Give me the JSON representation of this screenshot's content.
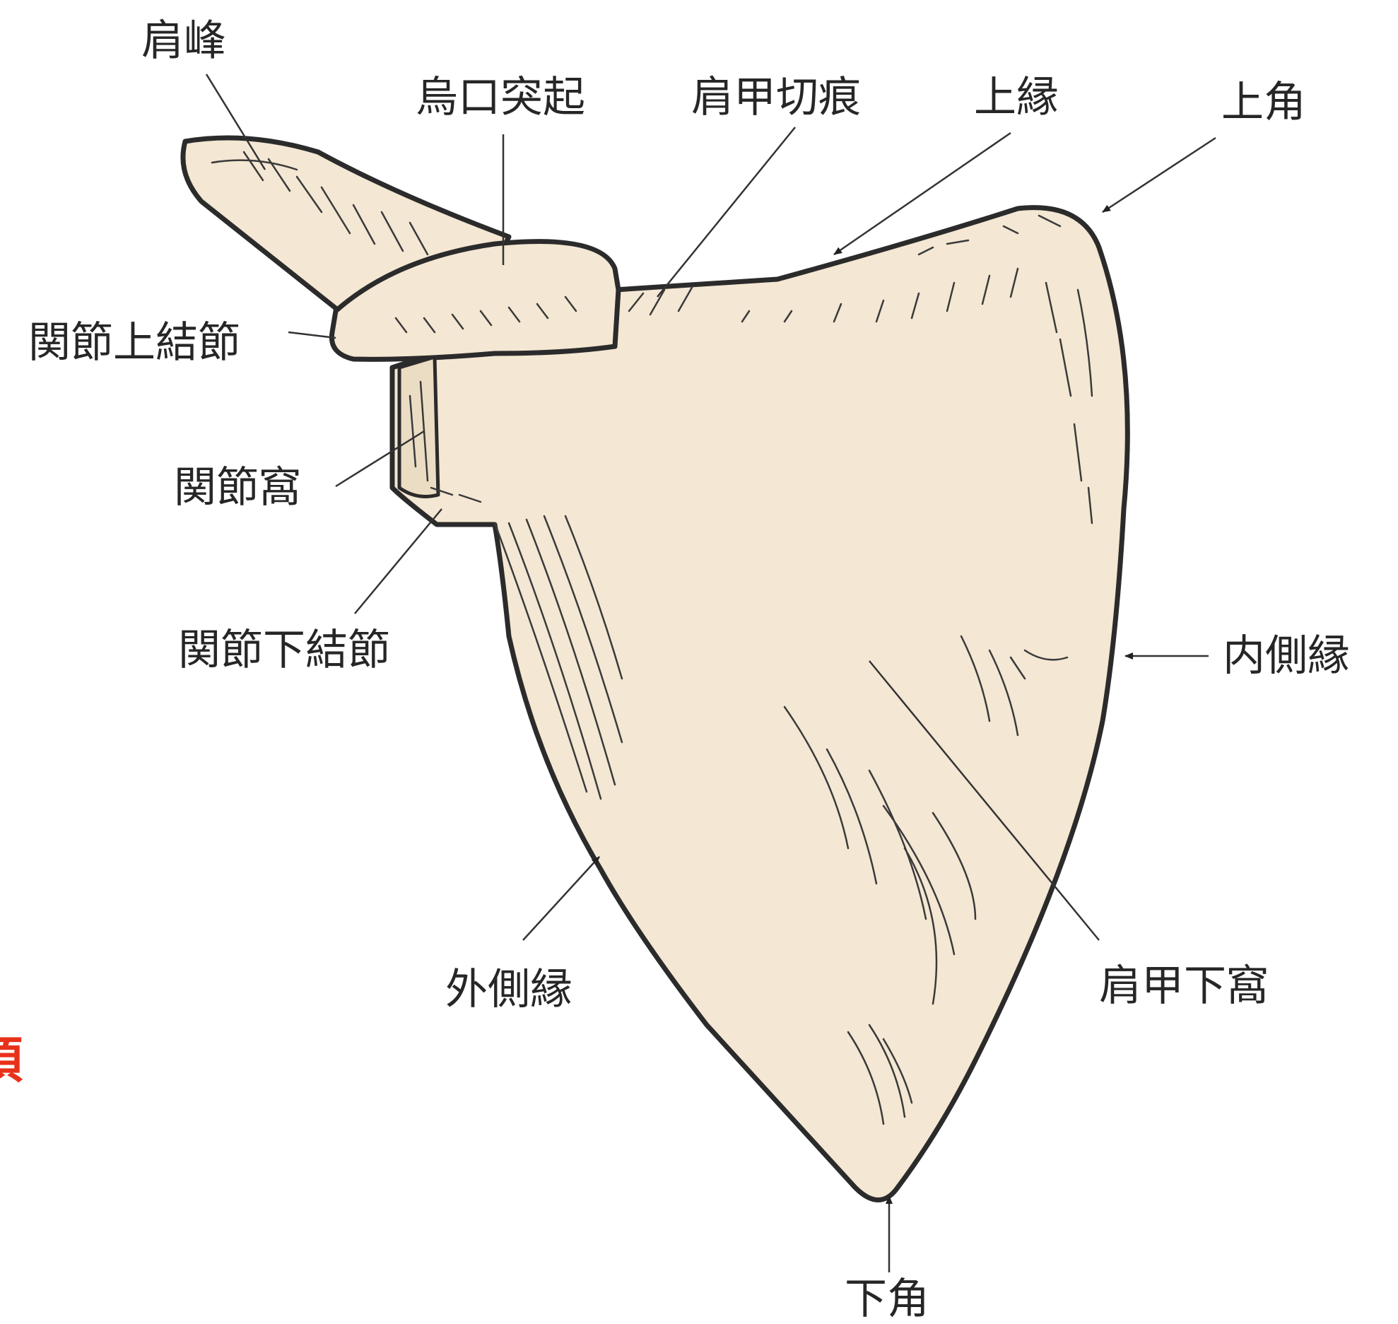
{
  "labels": {
    "acromion": "肩峰",
    "coracoid_process": "烏口突起",
    "scapular_notch": "肩甲切痕",
    "superior_border": "上縁",
    "superior_angle": "上角",
    "supraglenoid_tubercle": "関節上結節",
    "glenoid_cavity": "関節窩",
    "infraglenoid_tubercle": "関節下結節",
    "medial_border": "内側縁",
    "lateral_border": "外側縁",
    "subscapular_fossa": "肩甲下窩",
    "inferior_angle": "下角"
  },
  "side_mark": "頂",
  "colors": {
    "bone_fill": "#f4e7d3",
    "bone_stroke": "#2b2b2b",
    "label_text": "#262626",
    "leader_line": "#333333",
    "side_mark": "#e8311a",
    "background": "#ffffff"
  }
}
